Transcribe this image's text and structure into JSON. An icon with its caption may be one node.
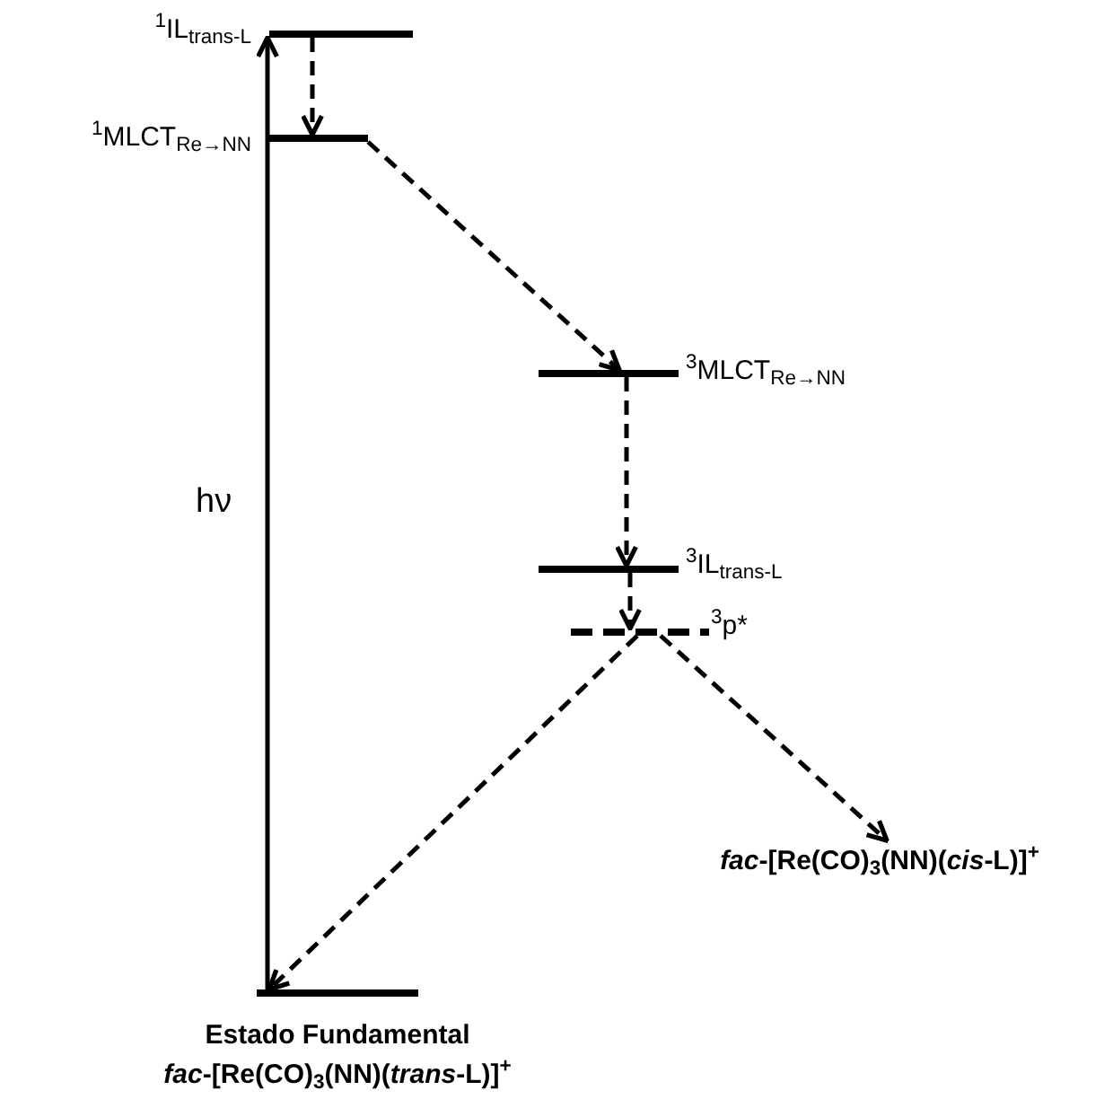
{
  "diagram": {
    "nodes": [
      {
        "text": [],
        "shape": "bar",
        "beside": [
          "$^{1}$IL$_{trans-L}$"
        ]
      },
      {
        "text": [],
        "shape": "bar",
        "beside": [
          "$^{1}$MLCT$_{Re→NN}$"
        ]
      },
      {
        "text": [],
        "shape": "bar",
        "beside": [
          "$^{3}$MLCT$_{Re→NN}$"
        ]
      },
      {
        "text": [],
        "shape": "bar",
        "beside": [
          "$^{3}$IL$_{trans-L}$"
        ]
      },
      {
        "text": [],
        "shape": "bar",
        "beside": [
          "$^{3}$p*"
        ]
      },
      {
        "text": [],
        "shape": "bar",
        "beside": [
          "Estado Fundamental",
          "*fac*-[Re(CO)$_{3}$(NN)(*trans*-L)]$^{+}$"
        ]
      },
      {
        "text": [
          "*fac*-[Re(CO)$_{3}$(NN)(*cis*-L)]$^{+}$"
        ]
      }
    ],
    "edges": [
      {
        "from": 5,
        "to": 0,
        "arrow": "to",
        "label": "hν"
      },
      {
        "from": 0,
        "to": 1,
        "arrow": "to",
        "style": "dashed"
      },
      {
        "from": 1,
        "to": 2,
        "arrow": "to",
        "style": "dashed"
      },
      {
        "from": 2,
        "to": 3,
        "arrow": "to",
        "style": "dashed"
      },
      {
        "from": 3,
        "to": 4,
        "arrow": "to",
        "style": "dashed"
      },
      {
        "from": 4,
        "to": 5,
        "arrow": "to",
        "style": "dashed"
      },
      {
        "from": 4,
        "to": 6,
        "arrow": "to",
        "style": "dashed"
      }
    ]
  }
}
